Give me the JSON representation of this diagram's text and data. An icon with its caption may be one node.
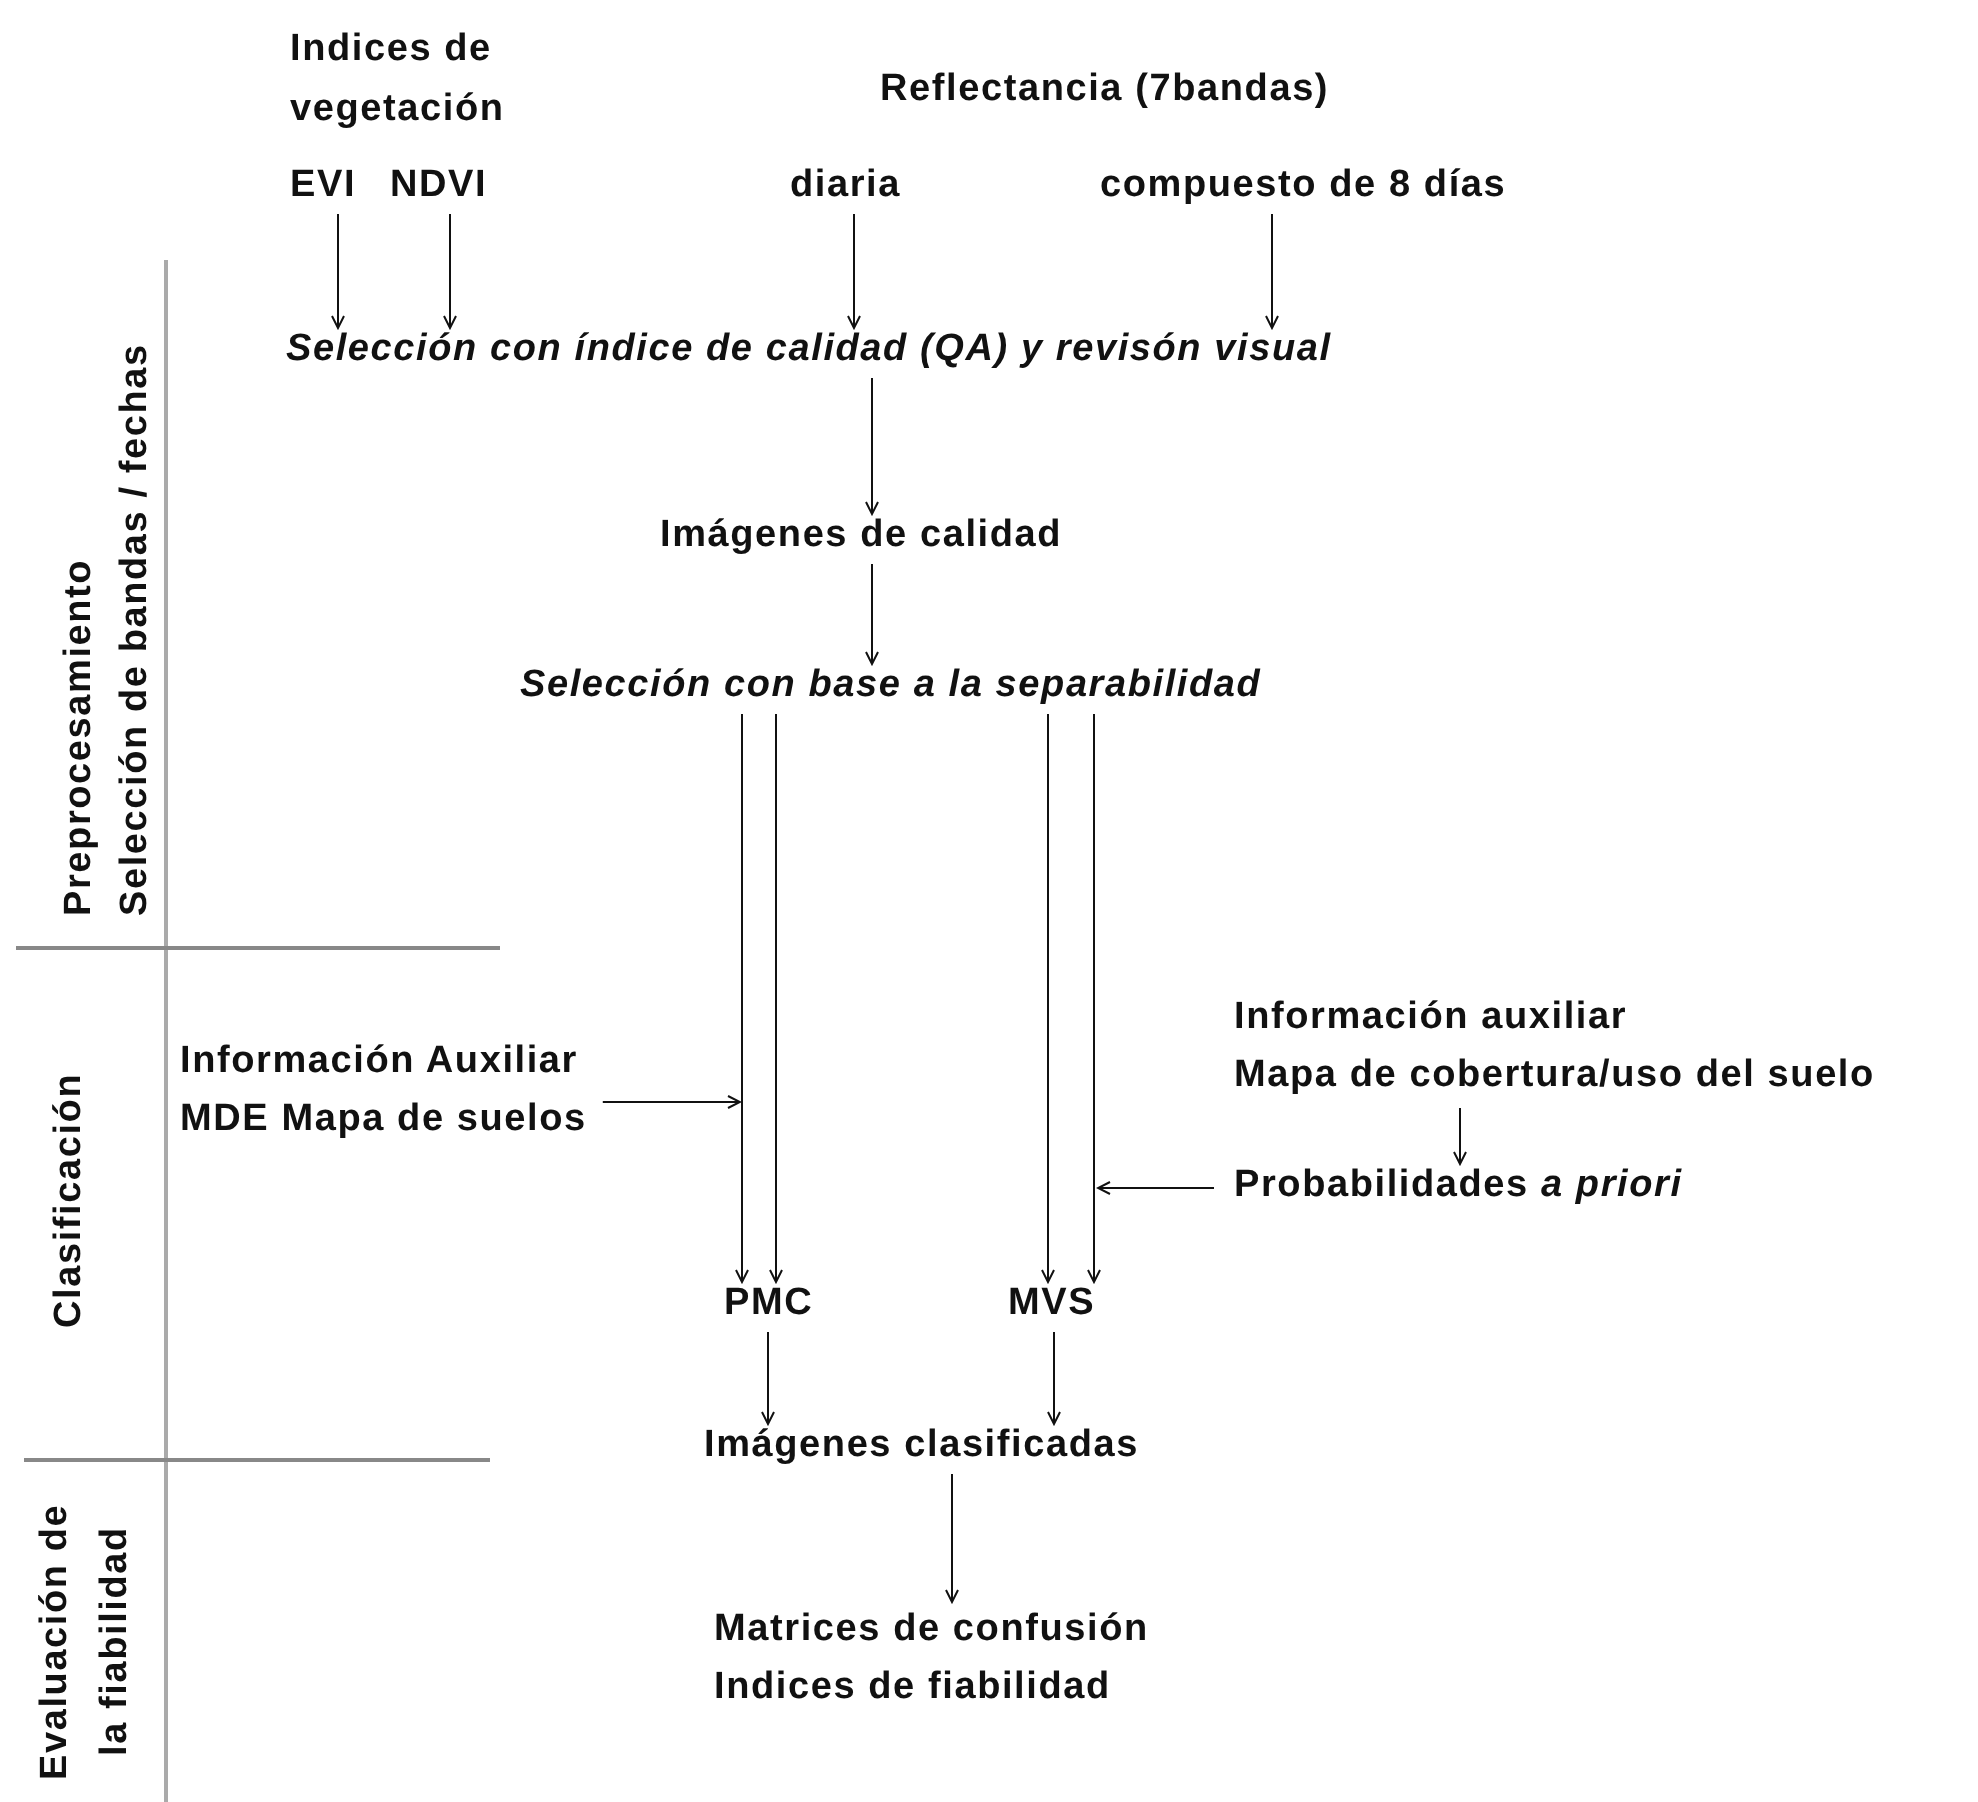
{
  "diagram": {
    "nodes": [
      {
        "text": [
          "EVI"
        ]
      },
      {
        "text": [
          "NDVI"
        ]
      },
      {
        "text": [
          "diaria"
        ]
      },
      {
        "text": [
          "compuesto de 8 días"
        ]
      },
      {
        "text": [
          "Selección con índice de calidad (QA) y revisón visual"
        ]
      },
      {
        "text": [
          "Imágenes de calidad"
        ]
      },
      {
        "text": [
          "Selección con base a la separabilidad"
        ]
      },
      {
        "text": [
          "Información Auxiliar",
          "MDE Mapa de suelos"
        ]
      },
      {
        "text": [
          "Información auxiliar",
          "Mapa de cobertura/uso del suelo"
        ]
      },
      {
        "text": [
          "Probabilidades *a priori*"
        ]
      },
      {
        "text": [
          "PMC"
        ]
      },
      {
        "text": [
          "MVS"
        ]
      },
      {
        "text": [
          "Imágenes clasificadas"
        ]
      },
      {
        "text": [
          "Matrices de confusión",
          "Indices de fiabilidad"
        ]
      }
    ],
    "edges": [
      {
        "from": 0,
        "to": 4,
        "arrow": "to"
      },
      {
        "from": 1,
        "to": 4,
        "arrow": "to"
      },
      {
        "from": 2,
        "to": 4,
        "arrow": "to"
      },
      {
        "from": 3,
        "to": 4,
        "arrow": "to"
      },
      {
        "from": 4,
        "to": 5,
        "arrow": "to"
      },
      {
        "from": 5,
        "to": 6,
        "arrow": "to"
      },
      {
        "from": 6,
        "to": 10,
        "arrow": "to"
      },
      {
        "from": 6,
        "to": 10,
        "arrow": "to"
      },
      {
        "from": 6,
        "to": 11,
        "arrow": "to"
      },
      {
        "from": 6,
        "to": 11,
        "arrow": "to"
      },
      {
        "from": 7,
        "to": null,
        "arrow": "to"
      },
      {
        "from": 8,
        "to": 9,
        "arrow": "to"
      },
      {
        "from": 9,
        "to": null,
        "arrow": "to"
      },
      {
        "from": 10,
        "to": 12,
        "arrow": "to"
      },
      {
        "from": 11,
        "to": 12,
        "arrow": "to"
      },
      {
        "from": 12,
        "to": 13,
        "arrow": "to"
      }
    ],
    "labels": [
      "Indices de vegetación",
      "Reflectancia (7bandas)",
      "Preprocesamiento",
      "Selección de bandas / fechas",
      "Clasificación",
      "Evaluación de",
      "la fiabilidad"
    ]
  }
}
